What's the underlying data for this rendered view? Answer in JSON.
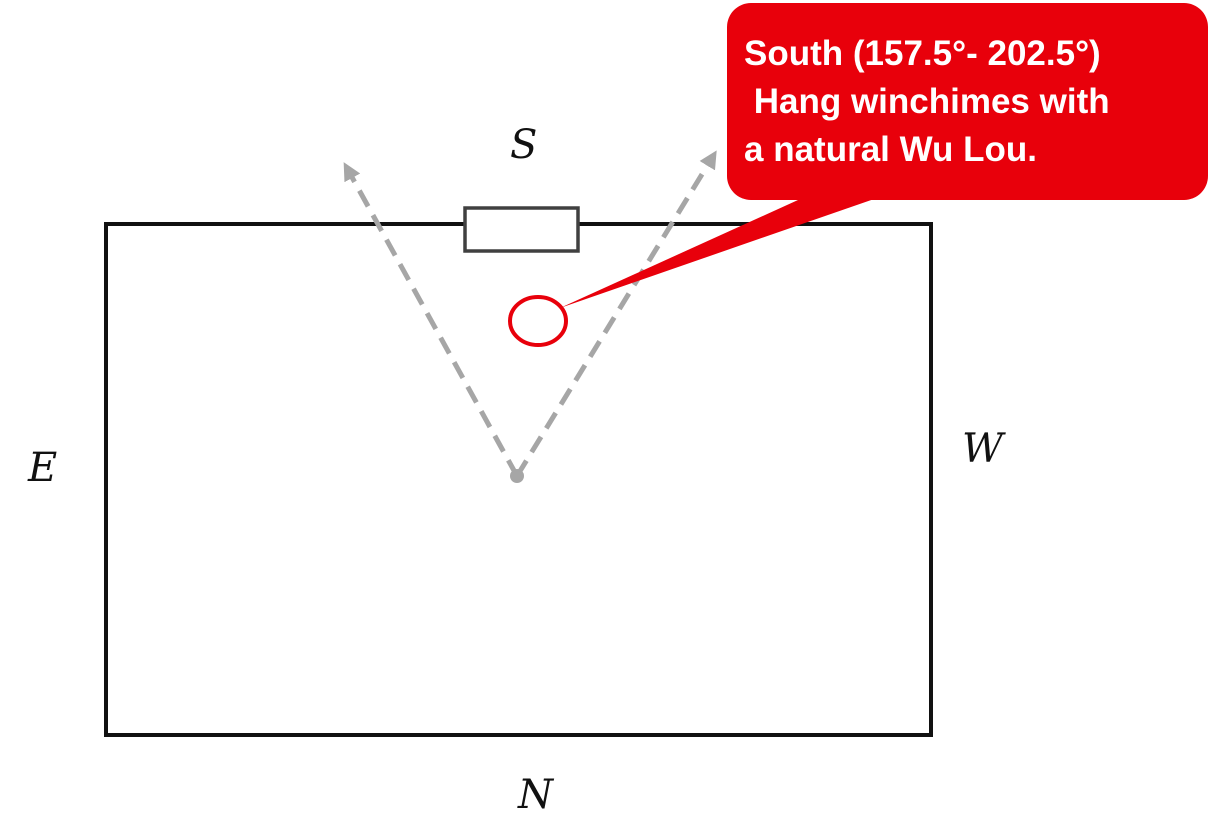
{
  "directions": {
    "south": "S",
    "north": "N",
    "east": "E",
    "west": "W"
  },
  "callout": {
    "line1": "South (157.5°- 202.5°)",
    "line2": " Hang winchimes with",
    "line3": "a natural Wu Lou."
  },
  "colors": {
    "callout_fill": "#e8000b",
    "marker_stroke": "#e8000b",
    "sector_lines": "#a6a6a6",
    "room_outline": "#111111",
    "door_outline": "#404040"
  }
}
